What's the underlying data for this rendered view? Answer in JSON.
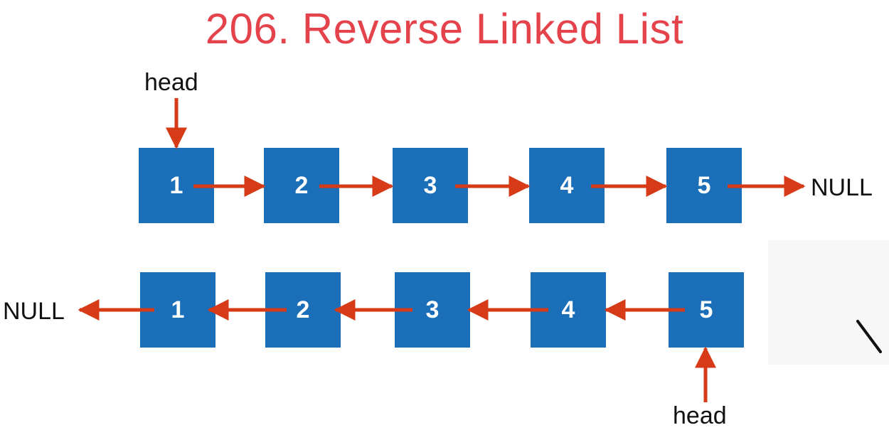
{
  "title": "206. Reverse Linked List",
  "colors": {
    "title": "#e5434b",
    "node": "#1a6fb8",
    "arrow": "#d63a17",
    "text": "#111111",
    "pen": "#111111"
  },
  "original_list": {
    "head_label": "head",
    "nodes": [
      "1",
      "2",
      "3",
      "4",
      "5"
    ],
    "tail_label": "NULL"
  },
  "reversed_list": {
    "head_label": "head",
    "nodes": [
      "1",
      "2",
      "3",
      "4",
      "5"
    ],
    "tail_label": "NULL"
  }
}
